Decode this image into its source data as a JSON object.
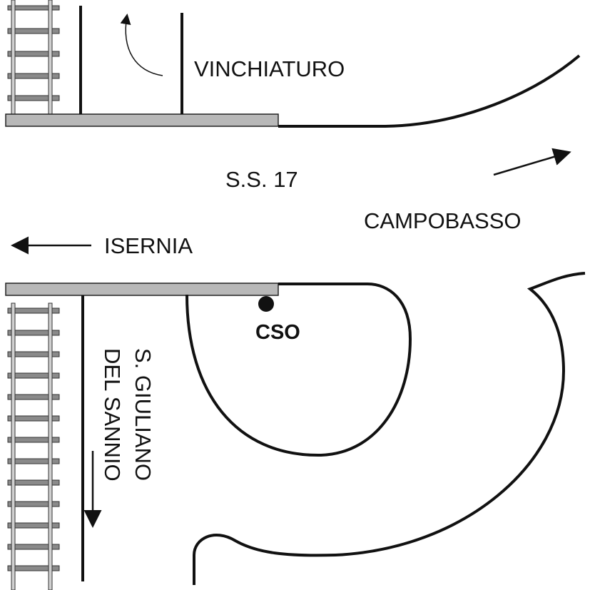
{
  "labels": {
    "vinchiaturo": "VINCHIATURO",
    "ss17": "S.S. 17",
    "campobasso": "CAMPOBASSO",
    "isernia": "ISERNIA",
    "cso": "CSO",
    "san_giuliano_line1": "S. GIULIANO",
    "san_giuliano_line2": "DEL SANNIO"
  },
  "colors": {
    "road_line": "#111111",
    "rail_bar": "#b8b8b8",
    "rail_tie": "#8a8a8a",
    "rail_tie_outline": "#333333",
    "marker": "#111111"
  },
  "icons": {
    "railway": "railway-track-icon",
    "arrow": "direction-arrow-icon",
    "marker": "location-dot-icon"
  }
}
